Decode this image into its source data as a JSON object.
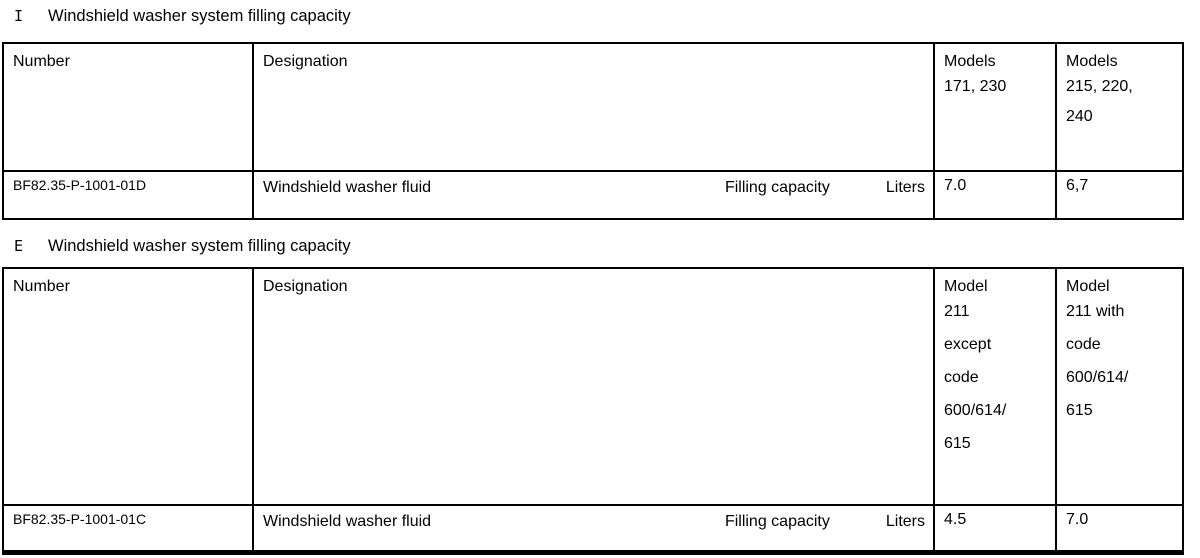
{
  "colors": {
    "background": "#ffffff",
    "text": "#000000",
    "border": "#000000"
  },
  "sections": [
    {
      "prefix": "I",
      "title": "Windshield washer system filling capacity",
      "table": {
        "headers": {
          "number": "Number",
          "designation": "Designation",
          "col3_lines": [
            "Models",
            "171, 230"
          ],
          "col4_lines": [
            "Models",
            "215, 220,",
            "240"
          ]
        },
        "row": {
          "number": "BF82.35-P-1001-01D",
          "designation": "Windshield washer fluid",
          "attribute": "Filling capacity",
          "unit": "Liters",
          "col3_value": "7.0",
          "col4_value": "6,7"
        }
      }
    },
    {
      "prefix": "E",
      "title": "Windshield washer system filling capacity",
      "table": {
        "headers": {
          "number": "Number",
          "designation": "Designation",
          "col3_lines": [
            "Model",
            "211",
            "except",
            "code",
            "600/614/",
            "615"
          ],
          "col4_lines": [
            "Model",
            "211 with",
            "code",
            "600/614/",
            "615"
          ]
        },
        "row": {
          "number": "BF82.35-P-1001-01C",
          "designation": "Windshield washer fluid",
          "attribute": "Filling capacity",
          "unit": "Liters",
          "col3_value": "4.5",
          "col4_value": "7.0"
        }
      }
    }
  ]
}
